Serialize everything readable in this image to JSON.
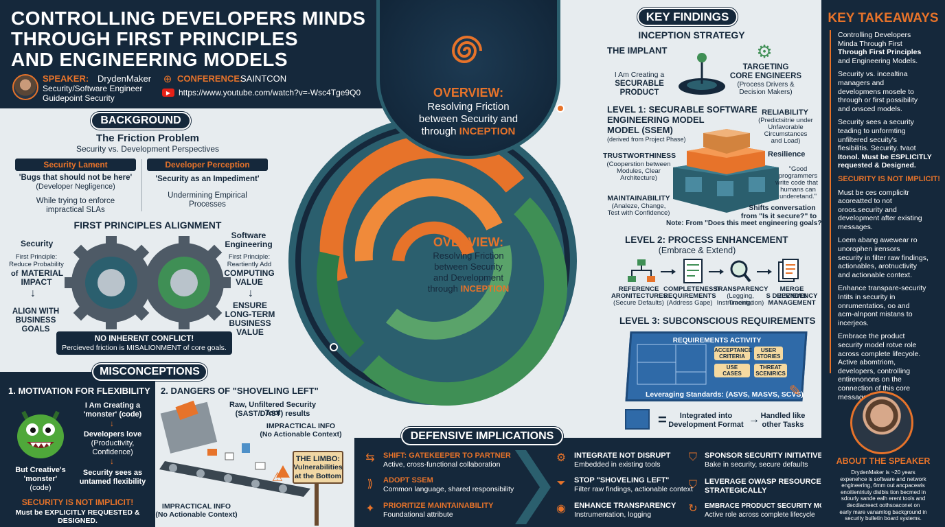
{
  "header": {
    "title_l1": "CONTROLLING DEVELOPERS MINDS",
    "title_l2": "THROUGH FIRST PRINCIPLES",
    "title_l3": "AND ENGINEERING MODELS",
    "speaker_label": "SPEAKER:",
    "speaker_name": "DrydenMaker",
    "speaker_role1": "Security/Software Engineer",
    "speaker_role2": "Guidepoint Security",
    "conf_label": "CONFERENCE:",
    "conf_name": "SAINTCON",
    "url": "https://www.youtube.com/watch?v=-Wsc4Tge9Q0"
  },
  "background": {
    "pill": "BACKGROUND",
    "title": "The Friction Problem",
    "subtitle": "Security vs. Development Perspectives",
    "lament_head": "Security Lament",
    "lament_quote": "'Bugs that should not be here'",
    "lament_paren": "(Developer Negligence)",
    "lament_foot1": "While trying to enforce",
    "lament_foot2": "impractical SLAs",
    "percep_head": "Developer Perception",
    "percep_quote": "'Security as an Impediment'",
    "percep_foot1": "Undermining Empirical",
    "percep_foot2": "Processes"
  },
  "principles": {
    "title": "FIRST PRINCIPLES ALIGNMENT",
    "sec_label": "Security",
    "sec_p1": "First Principle:",
    "sec_p2": "Reduce Probability",
    "sec_p3": "of",
    "sec_p4": "MATERIAL",
    "sec_p5": "IMPACT",
    "sw_label1": "Software",
    "sw_label2": "Engineering",
    "sw_p1": "First Principle:",
    "sw_p2": "Reartiently Add",
    "sw_p3": "COMPUTING",
    "sw_p4": "VALUE",
    "align1": "ALIGN WITH",
    "align2": "BUSINESS",
    "align3": "GOALS",
    "ensure1": "ENSURE",
    "ensure2": "LONG-TERM",
    "ensure3": "BUSINESS",
    "ensure4": "VALUE",
    "conflict1": "NO INHERENT CONFLICT!",
    "conflict2": "Percieved friction is MISALIONMENT of core goals."
  },
  "misconceptions": {
    "pill": "MISCONCEPTIONS",
    "m1_title": "1. MOTIVATION FOR FLEXIBILITY",
    "m1_a1": "I Am Creating a",
    "m1_a2": "'monster' (code)",
    "m1_b1": "Developers love",
    "m1_b2": "(Productivity,",
    "m1_b3": "Confidence)",
    "m1_c1": "But Creative's",
    "m1_c2": "'monster'",
    "m1_c3": "(code)",
    "m1_d1": "Security sees as",
    "m1_d2": "untamed flexibility",
    "not_implicit": "SECURITY IS NOT IMPLICIT!",
    "explicit": "Must be EXPLICITLY REQUESTED & DESIGNED.",
    "m2_title": "2. DANGERS OF \"SHOVELING LEFT\"",
    "m2_a1": "Raw, Unfiltered Security Tool",
    "m2_a2": "(SAST/DAST) results",
    "m2_b1": "IMPRACTICAL INFO",
    "m2_b2": "(No Actionable Context)",
    "m2_c1": "IMPRACTICAL INFO",
    "m2_c2": "(No Actionable Context)",
    "limbo1": "THE LIMBO:",
    "limbo2": "Vulnerabilities",
    "limbo3": "at the Bottom"
  },
  "center": {
    "top_head": "OVERVIEW:",
    "top_l1": "Resolving Friction",
    "top_l2": "between Security and",
    "top_l3": "through",
    "top_l3b": "INCEPTION",
    "mid_head": "OVERVIEW:",
    "mid_l1": "Resolving Friction",
    "mid_l2": "between Security",
    "mid_l3": "and Development",
    "mid_l4": "through",
    "mid_l4b": "INCEPTION"
  },
  "findings": {
    "pill": "KEY FINDINGS",
    "strategy": "INCEPTION STRATEGY",
    "implant": "THE IMPLANT",
    "implant_a": "I Am Creating a",
    "implant_b1": "SECURABLE",
    "implant_b2": "PRODUCT",
    "target1": "TARGETING",
    "target2": "CORE ENGINEERS",
    "target3": "(Process Drivers &",
    "target4": "Decision Makers)",
    "l1_t1": "LEVEL 1: SECURABLE SOFTWARE",
    "l1_t2": "ENGINEERING MODEL",
    "l1_t3": "MODEL (SSEM)",
    "l1_t4": "(derived from Project Phase)",
    "rel_t": "RELIABILITY",
    "rel_1": "(Predictsitrie under",
    "rel_2": "Unfavorable",
    "rel_3": "Circumstances",
    "rel_4": "and Load)",
    "resilience": "Resilience",
    "trust_t": "TRUSTWORTHINESS",
    "trust_1": "(Cooperstion between",
    "trust_2": "Modules, Clear",
    "trust_3": "Architecture)",
    "quote1": "\"Good",
    "quote2": "programmers",
    "quote3": "write code that",
    "quote4": "humans can",
    "quote5": "underetand.\"",
    "maint_t": "MAINTAINABILITY",
    "maint_1": "(Analeze, Change,",
    "maint_2": "Test with Confidence)",
    "shift1": "Shifts conversation",
    "shift2": "from \"Is it secure?\" to",
    "note": "Note: From \"Does this meet engineering goals?\"",
    "l2_t": "LEVEL 2: PROCESS ENHANCEMENT",
    "l2_s": "(Embrace & Extend)",
    "p1a": "REFERENCE",
    "p1b": "ARONITECTURES",
    "p1c": "(Secure Defaults)",
    "p2a": "COMPLETENESS/",
    "p2b": "REQUIREMENTS",
    "p2c": "(Address Gape)",
    "p3a": "TRANSPARENCY",
    "p3b": "(Legging, Tracing,",
    "p3c": "Instrumentation)",
    "p4a": "MERGE REVIEWS",
    "p4b": "S DEPENDENCY",
    "p4c": "MANAGEMENT",
    "l3_t": "LEVEL 3: SUBCONSCIOUS REQUIREMENTS",
    "req_head": "REQUIREMENTS ACTIVITY",
    "req_a1": "ACCEPTANCE",
    "req_a2": "CRITERIA",
    "req_b1": "USER",
    "req_b2": "STORIES",
    "req_c1": "USE",
    "req_c2": "CASES",
    "req_d1": "THREAT",
    "req_d2": "SCENIRICS",
    "standards": "Leveraging  Standards: (ASVS, MASVS, SCVS)",
    "integ1": "Integrated into",
    "integ2": "Development Format",
    "handled1": "Handled like",
    "handled2": "other Tasks",
    "eq": "="
  },
  "defensive": {
    "pill": "DEFENSIVE IMPLICATIONS",
    "items": [
      {
        "t": "SHIFT: GATEKEEPER TO PARTNER",
        "s": "Active, cross-functional collaboration"
      },
      {
        "t": "ADOPT SSEM",
        "s": "Common language, shared responsibility"
      },
      {
        "t": "PRIORITIZE MAINTAINABILITY",
        "s": "Foundational attribute"
      },
      {
        "t": "INTEGRATE NOT DISRUPT",
        "s": "Embedded in existing tools"
      },
      {
        "t": "STOP \"SHOVELING LEFT\"",
        "s": "Filter raw findings, actionable context"
      },
      {
        "t": "ENHANCE TRANSPARENCY",
        "s": "Instrumentation, logging"
      },
      {
        "t": "SPONSOR SECURITY INITIATIVES",
        "s": "Bake in security, secure defaults"
      },
      {
        "t": "LEVERAGE OWASP RESOURCES",
        "s": "STRATEGICALLY"
      },
      {
        "t": "EMBRACE PRODUCT SECURITY MODEL",
        "s": "Active role across complete lifecycle"
      }
    ]
  },
  "takeaways": {
    "title": "KEY TAKEAWAYS",
    "b1": [
      "Controlling Developers",
      "Minda Through First",
      "Through First Principles",
      "and Engineering Models."
    ],
    "b2": [
      "Security vs. incealtina",
      "managers and",
      "developmens mosele to",
      "through or first possibility",
      "and onsced models."
    ],
    "b3": [
      "Security sees a security",
      "teading to unformting",
      "unfiltered secuity's",
      "flesibilitis. Security. tvaot",
      "Itonol. Must be ESPLICITLY",
      "requested & Designed."
    ],
    "not_implicit": "SECURITY IS NOT IMPLICIT!",
    "b4": [
      "Must be ces complicitr",
      "acoreatted to not",
      "oroos.security and",
      "development after existing",
      "messages."
    ],
    "b5": [
      "Loem abang awewear ro",
      "unorophen irensors",
      "security in filter raw findings,",
      "actionables, arotnuctivity",
      "and actionable context."
    ],
    "b6": [
      "Enhance transpare-security",
      "Intits in security in",
      "onrumentatios, oo and",
      "acm-alnpont mistans to",
      "incerjeos."
    ],
    "b7": [
      "Embrace the product",
      "security model rotve role",
      "across complete lifecyole.",
      "Active abomtriom,",
      "developers, controlling",
      "entirenonons on the",
      "connection of this core",
      "messages."
    ],
    "about": "ABOUT THE SPEAKER",
    "bio": [
      "DrydenMaker is ~20 years",
      "expenehce is software and network",
      "engineering, 6mm out ancpacewis",
      "enoitientriuty dislbis tion becmed in",
      "sdourly sande ealh erent tools and",
      "decdiacreect oothsoaconet on",
      "early mare vanamlog background in",
      "security bulletin board systems."
    ]
  },
  "colors": {
    "navy": "#15283b",
    "orange": "#e7732a",
    "green": "#3f8f55",
    "teal": "#2b5f6e",
    "light": "#e7ecef"
  }
}
